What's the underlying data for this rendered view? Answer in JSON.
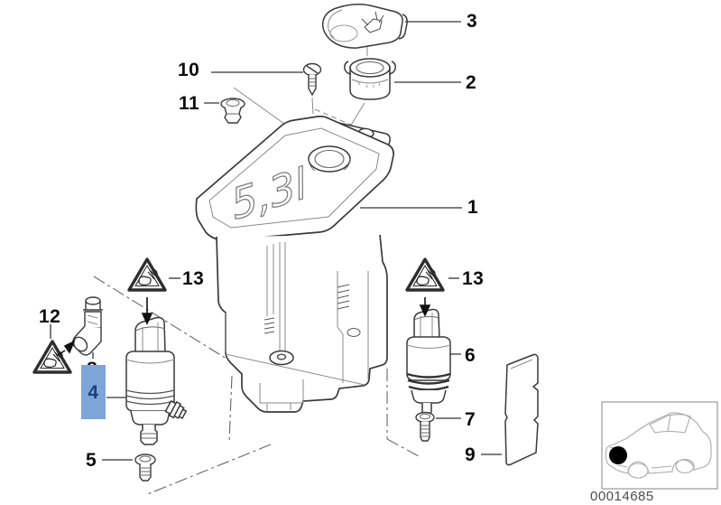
{
  "diagram": {
    "capacity_label": "5,3l",
    "doc_number": "00014685",
    "callouts": {
      "1": "1",
      "2": "2",
      "3": "3",
      "4": "4",
      "5": "5",
      "6": "6",
      "7": "7",
      "8": "8",
      "9": "9",
      "10": "10",
      "11": "11",
      "12": "12",
      "13_left": "13",
      "13_right": "13"
    },
    "highlight": {
      "selected_part": "4",
      "bg": "#7da5d8",
      "text_color": "#1e3f77"
    },
    "icons": {
      "warning_triangle": "consult-service-information",
      "car_thumbnail": "vehicle-front-left-location"
    }
  }
}
